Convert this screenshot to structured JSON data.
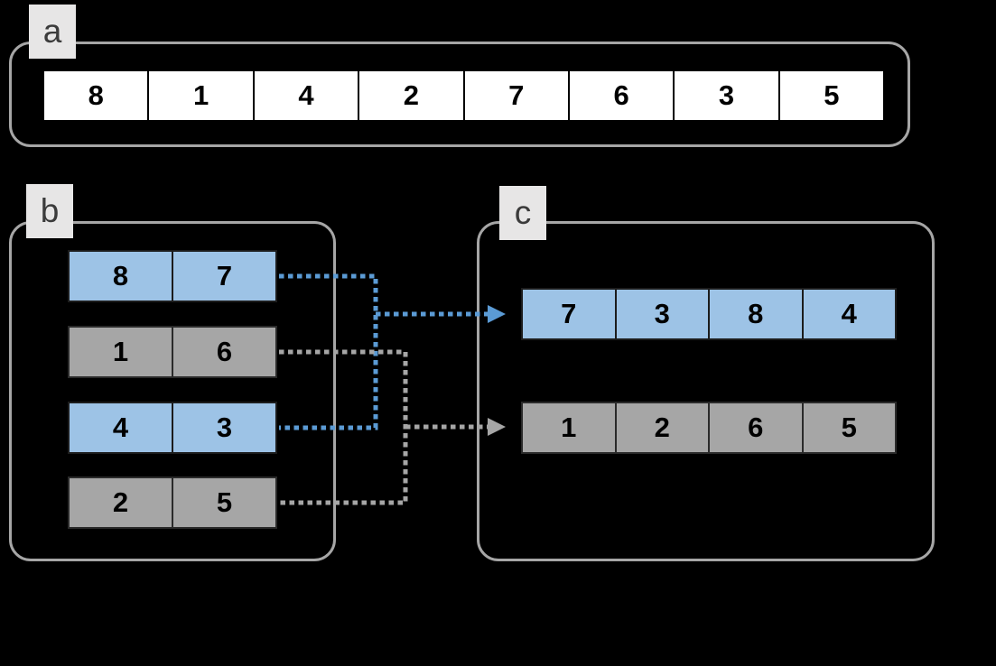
{
  "diagram": {
    "panel_a": {
      "label": "a",
      "cells": [
        "8",
        "1",
        "4",
        "2",
        "7",
        "6",
        "3",
        "5"
      ]
    },
    "panel_b": {
      "label": "b",
      "pairs": [
        {
          "style": "blue",
          "cells": [
            "8",
            "7"
          ]
        },
        {
          "style": "gray",
          "cells": [
            "1",
            "6"
          ]
        },
        {
          "style": "blue",
          "cells": [
            "4",
            "3"
          ]
        },
        {
          "style": "gray",
          "cells": [
            "2",
            "5"
          ]
        }
      ]
    },
    "panel_c": {
      "label": "c",
      "arrays": [
        {
          "style": "blue",
          "cells": [
            "7",
            "3",
            "8",
            "4"
          ]
        },
        {
          "style": "gray",
          "cells": [
            "1",
            "2",
            "6",
            "5"
          ]
        }
      ]
    },
    "colors": {
      "background": "#000000",
      "panel_border": "#A6A6A6",
      "label_background": "#E7E6E6",
      "label_text": "#3b3b3b",
      "cell_white": "#FFFFFF",
      "cell_blue": "#9DC3E6",
      "cell_gray": "#A6A6A6",
      "cell_text": "#000000",
      "arrow_blue": "#5B9BD5",
      "arrow_gray": "#A6A6A6"
    }
  }
}
